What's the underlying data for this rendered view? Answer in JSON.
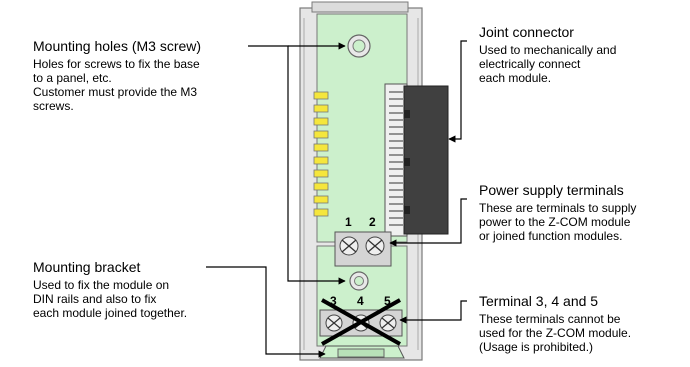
{
  "callouts": {
    "mounting_holes": {
      "title": "Mounting holes (M3 screw)",
      "desc": [
        "Holes for screws to fix the base",
        "to a panel, etc.",
        "Customer must provide the M3",
        "screws."
      ]
    },
    "mounting_bracket": {
      "title": "Mounting bracket",
      "desc": [
        "Used to fix the module on",
        "DIN rails and also to fix",
        "each module joined together."
      ]
    },
    "joint_connector": {
      "title": "Joint connector",
      "desc": [
        "Used to mechanically and",
        "electrically connect",
        "each module."
      ]
    },
    "power_supply": {
      "title": "Power supply terminals",
      "desc": [
        "These are terminals to supply",
        "power to the Z-COM module",
        "or joined function modules."
      ]
    },
    "terminal_345": {
      "title": "Terminal 3, 4 and 5",
      "desc": [
        "These terminals cannot be",
        "used for the Z-COM module.",
        "(Usage is prohibited.)"
      ]
    }
  },
  "terminal_numbers": [
    "1",
    "2",
    "3",
    "4",
    "5"
  ],
  "colors": {
    "module_green": "#ccf0cc",
    "connector_gray": "#404040",
    "led_yellow": "#f5e63c",
    "line_black": "#000000"
  }
}
